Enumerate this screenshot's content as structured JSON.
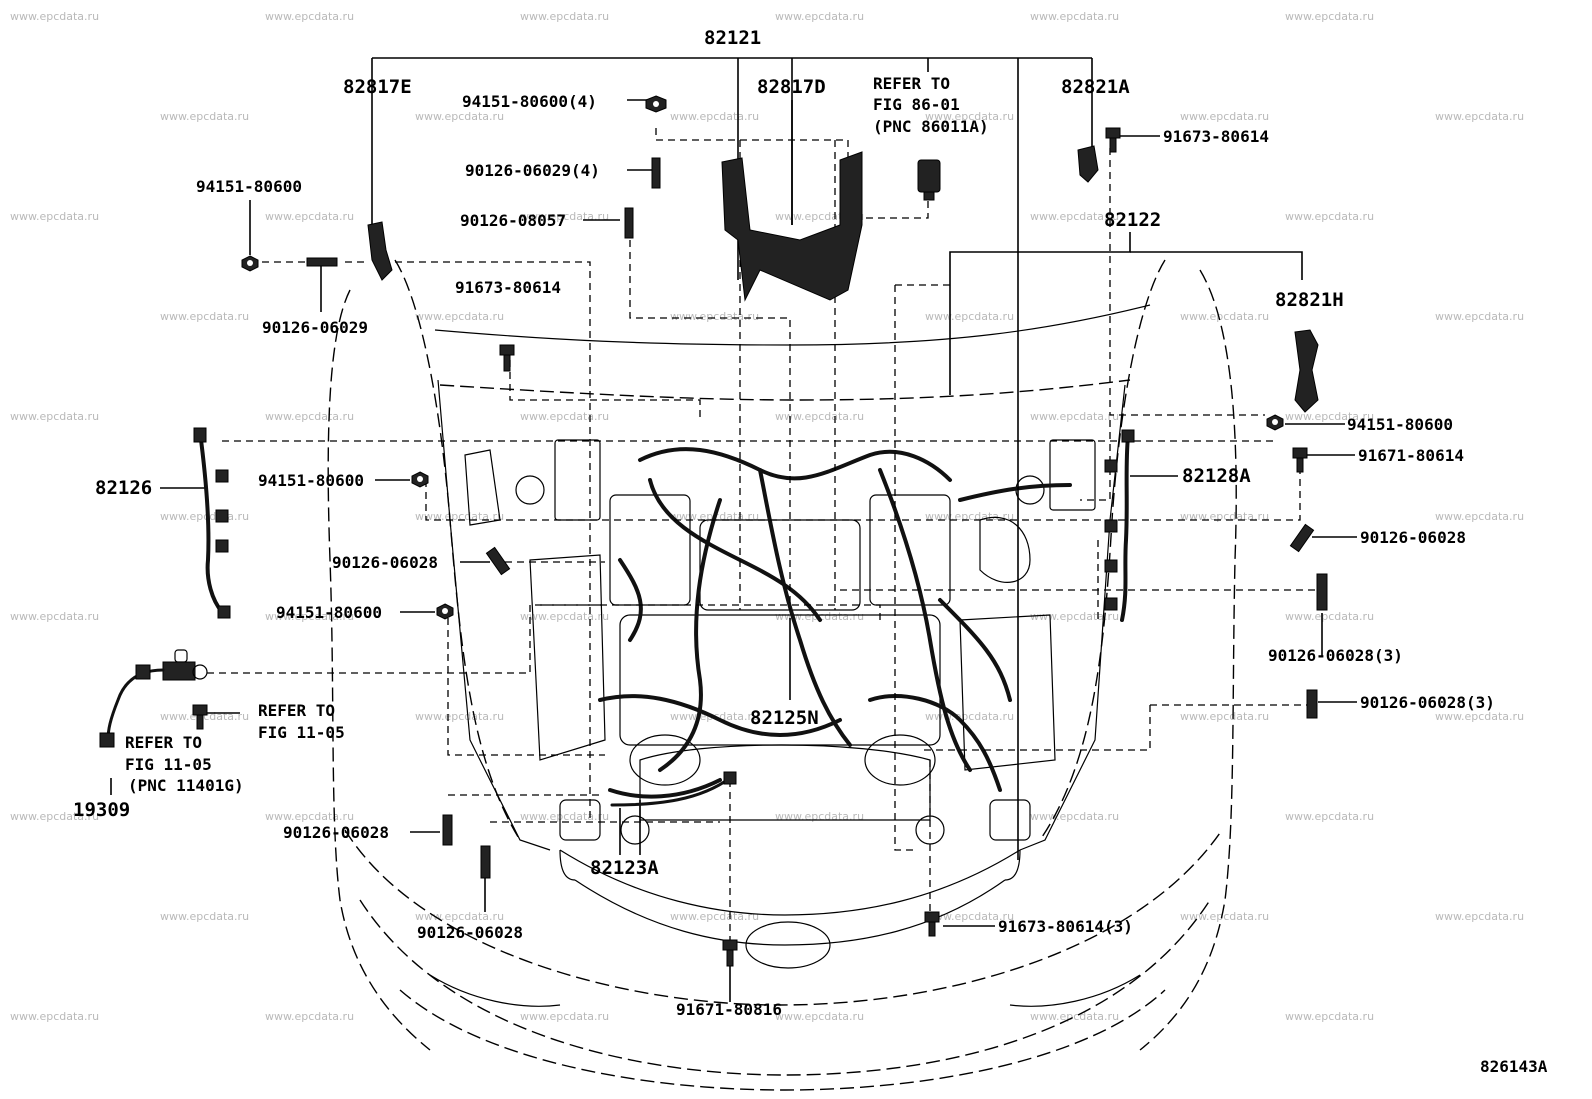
{
  "diagram_id": "826143A",
  "watermark": "www.epcdata.ru",
  "labels": {
    "l82121": "82121",
    "l82817E": "82817E",
    "l82817D": "82817D",
    "l82821A": "82821A",
    "l82122": "82122",
    "l82821H": "82821H",
    "l82126": "82126",
    "l82128A": "82128A",
    "l82125N": "82125N",
    "l82123A": "82123A",
    "l19309": "19309",
    "n94151_4": "94151-80600(4)",
    "n90126_06029_4": "90126-06029(4)",
    "n90126_08057": "90126-08057",
    "n94151_left": "94151-80600",
    "n90126_06029": "90126-06029",
    "n91673_top": "91673-80614",
    "n91673_right": "91673-80614",
    "n94151_right": "94151-80600",
    "n91671_80614": "91671-80614",
    "n94151_mid": "94151-80600",
    "n90126_06028_r": "90126-06028",
    "n90126_06028_ml": "90126-06028",
    "n94151_low": "94151-80600",
    "n90126_06028_3a": "90126-06028(3)",
    "n90126_06028_3b": "90126-06028(3)",
    "n90126_06028_bl": "90126-06028",
    "n90126_06028_bb": "90126-06028",
    "n91673_3": "91673-80614(3)",
    "n91671_80816": "91671-80816"
  },
  "refs": {
    "refer_86_l1": "REFER TO",
    "refer_86_l2": "FIG 86-01",
    "refer_86_l3": "(PNC 86011A)",
    "refer_11a_l1": "REFER TO",
    "refer_11a_l2": "FIG 11-05",
    "refer_11b_l1": "REFER TO",
    "refer_11b_l2": "FIG 11-05",
    "refer_11b_l3": "(PNC 11401G)"
  }
}
